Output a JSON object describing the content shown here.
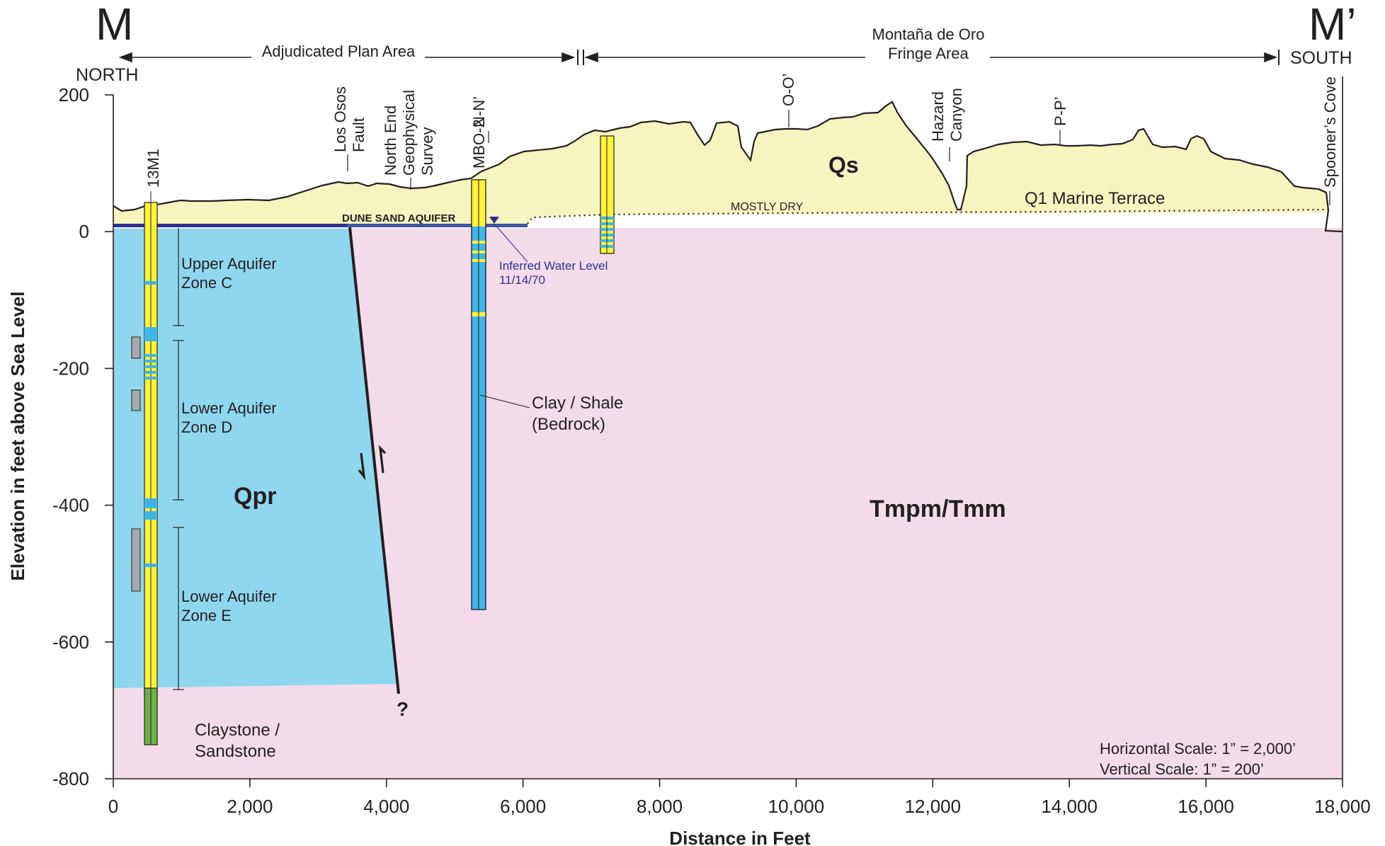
{
  "section": {
    "start_letter": "M",
    "end_letter": "M’",
    "start_direction": "NORTH",
    "end_direction": "SOUTH"
  },
  "areas": {
    "left": "Adjudicated Plan Area",
    "right_line1": "Montaña de Oro",
    "right_line2": "Fringe Area"
  },
  "axes": {
    "ylabel": "Elevation in feet above Sea Level",
    "xlabel": "Distance in Feet",
    "y_ticks": [
      "200",
      "0",
      "-200",
      "-400",
      "-600",
      "-800"
    ],
    "x_ticks": [
      "0",
      "2,000",
      "4,000",
      "6,000",
      "8,000",
      "10,000",
      "12,000",
      "14,000",
      "16,000",
      "18,000"
    ],
    "x_range": [
      0,
      18000
    ],
    "y_range": [
      -800,
      200
    ]
  },
  "top_labels": {
    "well_13m1": "13M1",
    "los_osos_1": "Los Osos",
    "los_osos_2": "Fault",
    "north_end_1": "North End",
    "north_end_2": "Geophysical",
    "north_end_3": "Survey",
    "mbo2": "MBO-2",
    "nn": "N-N’",
    "oo": "O-O’",
    "hazard_1": "Hazard",
    "hazard_2": "Canyon",
    "pp": "P-P’",
    "spooner": "Spooner’s Cove"
  },
  "units": {
    "qs": "Qs",
    "qpr": "Qpr",
    "tmpm": "Tmpm/Tmm",
    "marine_terrace": "Q1 Marine Terrace",
    "mostly_dry": "MOSTLY DRY",
    "dune_sand": "DUNE SAND AQUIFER",
    "water_level_1": "Inferred Water Level",
    "water_level_2": "11/14/70",
    "clay_1": "Clay / Shale",
    "clay_2": "(Bedrock)",
    "zone_c_1": "Upper Aquifer",
    "zone_c_2": "Zone C",
    "zone_d_1": "Lower Aquifer",
    "zone_d_2": "Zone D",
    "zone_e_1": "Lower Aquifer",
    "zone_e_2": "Zone E",
    "claystone_1": "Claystone /",
    "claystone_2": "Sandstone",
    "fault_query": "?"
  },
  "scale": {
    "horizontal": "Horizontal Scale:  1” = 2,000’",
    "vertical": "Vertical Scale:  1” = 200’"
  },
  "colors": {
    "sand_yellow": "#f7f5bf",
    "aquifer_blue": "#8fd7ef",
    "bedrock_pink": "#f3dbe9",
    "well_yellow": "#fff23a",
    "well_blue": "#3fb6e6",
    "well_green": "#6cb344",
    "water_purple": "#2e3192"
  }
}
